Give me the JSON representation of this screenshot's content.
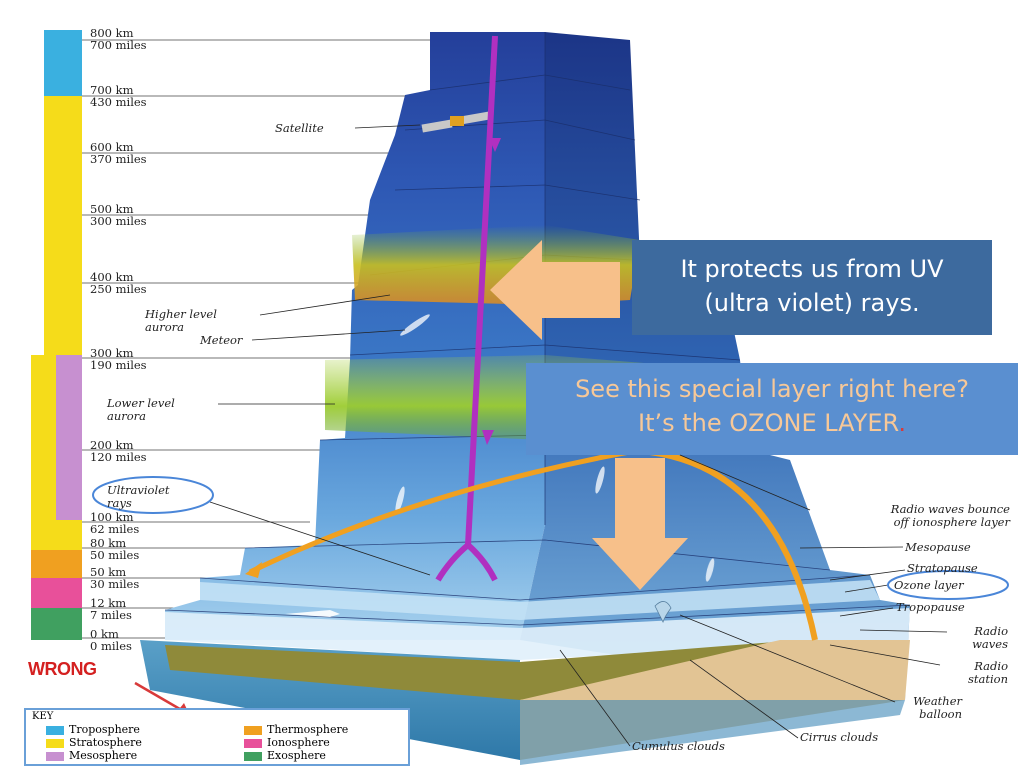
{
  "colors": {
    "troposphere": "#3ab0e0",
    "stratosphere": "#f5dc1a",
    "mesosphere": "#c790d0",
    "thermosphere": "#f0a020",
    "ionosphere": "#e8509a",
    "exosphere": "#40a060",
    "accent_callout": "#3d6a9e",
    "arrow": "#f7c08a",
    "ray": "#b030c0"
  },
  "altitudes": [
    {
      "km": "800 km",
      "miles": "700 miles"
    },
    {
      "km": "700 km",
      "miles": "430 miles"
    },
    {
      "km": "600 km",
      "miles": "370 miles"
    },
    {
      "km": "500 km",
      "miles": "300 miles"
    },
    {
      "km": "400 km",
      "miles": "250 miles"
    },
    {
      "km": "300 km",
      "miles": "190 miles"
    },
    {
      "km": "200 km",
      "miles": "120 miles"
    },
    {
      "km": "100 km",
      "miles": "62 miles"
    },
    {
      "km": "80 km",
      "miles": "50 miles"
    },
    {
      "km": "50 km",
      "miles": "30 miles"
    },
    {
      "km": "12 km",
      "miles": "7 miles"
    },
    {
      "km": "0 km",
      "miles": "0 miles"
    }
  ],
  "labels": {
    "satellite": "Satellite",
    "higher_aurora_1": "Higher level",
    "higher_aurora_2": "aurora",
    "meteor": "Meteor",
    "lower_aurora_1": "Lower level",
    "lower_aurora_2": "aurora",
    "uv_1": "Ultraviolet",
    "uv_2": "rays",
    "radio_bounce_1": "Radio waves bounce",
    "radio_bounce_2": "off ionosphere layer",
    "mesopause": "Mesopause",
    "stratopause": "Stratopause",
    "ozone": "Ozone layer",
    "tropopause": "Tropopause",
    "radio_waves_1": "Radio",
    "radio_waves_2": "waves",
    "radio_station_1": "Radio",
    "radio_station_2": "station",
    "weather_balloon_1": "Weather",
    "weather_balloon_2": "balloon",
    "cirrus": "Cirrus clouds",
    "cumulus": "Cumulus clouds"
  },
  "callouts": {
    "uv_protect_1": "It protects us from UV",
    "uv_protect_2": "(ultra violet) rays.",
    "ozone_1": "See this special layer right here?",
    "ozone_2": "It’s the OZONE LAYER",
    "ozone_2_dot": "."
  },
  "wrong_label": "WRONG",
  "key": {
    "title": "KEY",
    "items": [
      "Troposphere",
      "Stratosphere",
      "Mesosphere",
      "Thermosphere",
      "Ionosphere",
      "Exosphere"
    ]
  }
}
